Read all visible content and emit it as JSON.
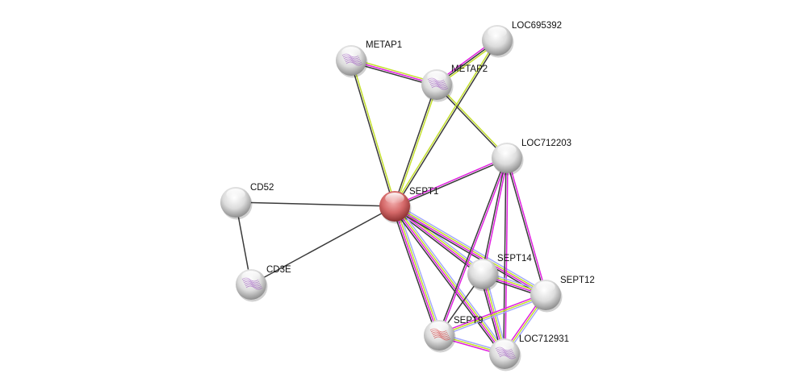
{
  "evidence_colors": {
    "black": "#3a3a3a",
    "magenta": "#e020e0",
    "yellow": "#c4e02c",
    "blue": "#a4aaff"
  },
  "nodes": [
    {
      "id": "METAP1",
      "label": "METAP1",
      "color": "#d8d8d8",
      "structure": true
    },
    {
      "id": "LOC695392",
      "label": "LOC695392",
      "color": "#d8d8d8",
      "structure": false
    },
    {
      "id": "METAP2",
      "label": "METAP2",
      "color": "#d8d8d8",
      "structure": true
    },
    {
      "id": "LOC712203",
      "label": "LOC712203",
      "color": "#d8d8d8",
      "structure": false
    },
    {
      "id": "CD52",
      "label": "CD52",
      "color": "#d8d8d8",
      "structure": false
    },
    {
      "id": "SEPT1",
      "label": "SEPT1",
      "color": "#d06060",
      "structure": false
    },
    {
      "id": "CD3E",
      "label": "CD3E",
      "color": "#d8d8d8",
      "structure": true
    },
    {
      "id": "SEPT14",
      "label": "SEPT14",
      "color": "#d8d8d8",
      "structure": false
    },
    {
      "id": "SEPT12",
      "label": "SEPT12",
      "color": "#d8d8d8",
      "structure": false
    },
    {
      "id": "SEPT9",
      "label": "SEPT9",
      "color": "#d8d8d8",
      "structure": true
    },
    {
      "id": "LOC712931",
      "label": "LOC712931",
      "color": "#d8d8d8",
      "structure": true
    }
  ],
  "edges": [
    {
      "a": "METAP1",
      "b": "METAP2",
      "evidence": [
        "yellow",
        "magenta",
        "black"
      ]
    },
    {
      "a": "METAP1",
      "b": "SEPT1",
      "evidence": [
        "yellow",
        "black"
      ]
    },
    {
      "a": "METAP2",
      "b": "LOC695392",
      "evidence": [
        "magenta",
        "black",
        "yellow"
      ]
    },
    {
      "a": "METAP2",
      "b": "SEPT1",
      "evidence": [
        "yellow",
        "black"
      ]
    },
    {
      "a": "METAP2",
      "b": "LOC712203",
      "evidence": [
        "yellow",
        "black"
      ]
    },
    {
      "a": "SEPT1",
      "b": "LOC695392",
      "evidence": [
        "yellow",
        "black"
      ]
    },
    {
      "a": "SEPT1",
      "b": "LOC712203",
      "evidence": [
        "magenta",
        "black"
      ]
    },
    {
      "a": "SEPT1",
      "b": "CD52",
      "evidence": [
        "black"
      ]
    },
    {
      "a": "SEPT1",
      "b": "CD3E",
      "evidence": [
        "black"
      ]
    },
    {
      "a": "CD52",
      "b": "CD3E",
      "evidence": [
        "black"
      ]
    },
    {
      "a": "SEPT1",
      "b": "SEPT14",
      "evidence": [
        "blue",
        "yellow",
        "magenta",
        "black"
      ]
    },
    {
      "a": "SEPT1",
      "b": "SEPT12",
      "evidence": [
        "blue",
        "yellow",
        "magenta",
        "black"
      ]
    },
    {
      "a": "SEPT1",
      "b": "SEPT9",
      "evidence": [
        "blue",
        "yellow",
        "magenta",
        "black"
      ]
    },
    {
      "a": "SEPT1",
      "b": "LOC712931",
      "evidence": [
        "blue",
        "yellow",
        "magenta",
        "black"
      ]
    },
    {
      "a": "LOC712203",
      "b": "SEPT14",
      "evidence": [
        "magenta",
        "black"
      ]
    },
    {
      "a": "LOC712203",
      "b": "SEPT12",
      "evidence": [
        "magenta",
        "black"
      ]
    },
    {
      "a": "LOC712203",
      "b": "SEPT9",
      "evidence": [
        "magenta",
        "black"
      ]
    },
    {
      "a": "LOC712203",
      "b": "LOC712931",
      "evidence": [
        "magenta",
        "black"
      ]
    },
    {
      "a": "SEPT14",
      "b": "SEPT12",
      "evidence": [
        "blue",
        "yellow",
        "magenta",
        "black"
      ]
    },
    {
      "a": "SEPT14",
      "b": "SEPT9",
      "evidence": [
        "black"
      ]
    },
    {
      "a": "SEPT14",
      "b": "LOC712931",
      "evidence": [
        "blue",
        "yellow",
        "magenta",
        "black"
      ]
    },
    {
      "a": "SEPT12",
      "b": "SEPT9",
      "evidence": [
        "blue",
        "yellow",
        "magenta"
      ]
    },
    {
      "a": "SEPT12",
      "b": "LOC712931",
      "evidence": [
        "blue",
        "yellow",
        "magenta"
      ]
    },
    {
      "a": "SEPT9",
      "b": "LOC712931",
      "evidence": [
        "blue",
        "yellow",
        "magenta"
      ]
    }
  ]
}
